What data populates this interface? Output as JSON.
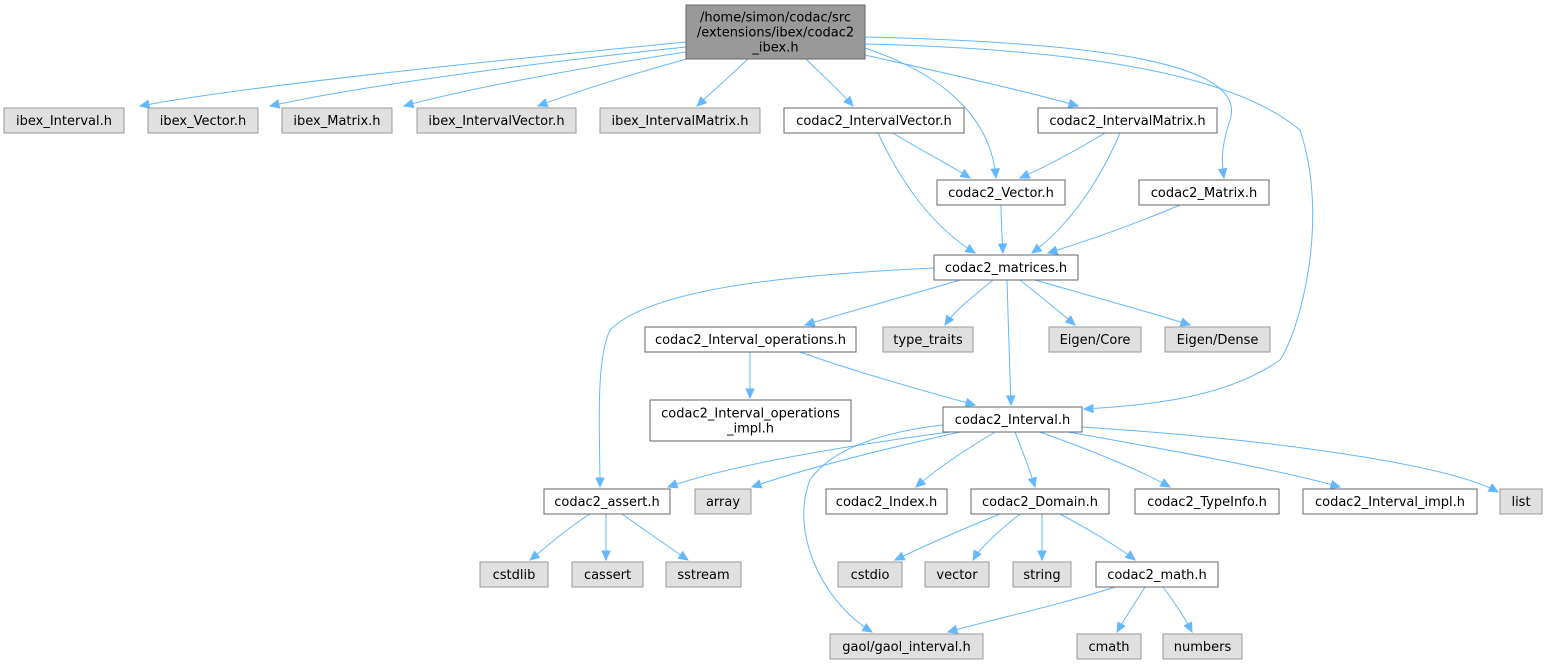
{
  "diagram": {
    "colors": {
      "edge": "#63b8ff",
      "root_fill": "#999999",
      "file_fill": "#ffffff",
      "external_fill": "#e0e0e0",
      "border": "#666666"
    },
    "nodes": {
      "root": {
        "lines": [
          "/home/simon/codac/src",
          "/extensions/ibex/codac2",
          "_ibex.h"
        ],
        "kind": "root"
      },
      "ibex_interval": {
        "lines": [
          "ibex_Interval.h"
        ],
        "kind": "external"
      },
      "ibex_vector": {
        "lines": [
          "ibex_Vector.h"
        ],
        "kind": "external"
      },
      "ibex_matrix": {
        "lines": [
          "ibex_Matrix.h"
        ],
        "kind": "external"
      },
      "ibex_intervalvector": {
        "lines": [
          "ibex_IntervalVector.h"
        ],
        "kind": "external"
      },
      "ibex_intervalmatrix": {
        "lines": [
          "ibex_IntervalMatrix.h"
        ],
        "kind": "external"
      },
      "codac2_intervalvector": {
        "lines": [
          "codac2_IntervalVector.h"
        ],
        "kind": "file"
      },
      "codac2_intervalmatrix": {
        "lines": [
          "codac2_IntervalMatrix.h"
        ],
        "kind": "file"
      },
      "codac2_vector": {
        "lines": [
          "codac2_Vector.h"
        ],
        "kind": "file"
      },
      "codac2_matrix": {
        "lines": [
          "codac2_Matrix.h"
        ],
        "kind": "file"
      },
      "codac2_matrices": {
        "lines": [
          "codac2_matrices.h"
        ],
        "kind": "file"
      },
      "codac2_interval_operations": {
        "lines": [
          "codac2_Interval_operations.h"
        ],
        "kind": "file"
      },
      "type_traits": {
        "lines": [
          "type_traits"
        ],
        "kind": "external"
      },
      "eigen_core": {
        "lines": [
          "Eigen/Core"
        ],
        "kind": "external"
      },
      "eigen_dense": {
        "lines": [
          "Eigen/Dense"
        ],
        "kind": "external"
      },
      "codac2_interval_operations_impl": {
        "lines": [
          "codac2_Interval_operations",
          "_impl.h"
        ],
        "kind": "file"
      },
      "codac2_interval": {
        "lines": [
          "codac2_Interval.h"
        ],
        "kind": "file"
      },
      "codac2_assert": {
        "lines": [
          "codac2_assert.h"
        ],
        "kind": "file"
      },
      "array": {
        "lines": [
          "array"
        ],
        "kind": "external"
      },
      "codac2_index": {
        "lines": [
          "codac2_Index.h"
        ],
        "kind": "file"
      },
      "codac2_domain": {
        "lines": [
          "codac2_Domain.h"
        ],
        "kind": "file"
      },
      "codac2_typeinfo": {
        "lines": [
          "codac2_TypeInfo.h"
        ],
        "kind": "file"
      },
      "codac2_interval_impl": {
        "lines": [
          "codac2_Interval_impl.h"
        ],
        "kind": "file"
      },
      "list": {
        "lines": [
          "list"
        ],
        "kind": "external"
      },
      "cstdlib": {
        "lines": [
          "cstdlib"
        ],
        "kind": "external"
      },
      "cassert": {
        "lines": [
          "cassert"
        ],
        "kind": "external"
      },
      "sstream": {
        "lines": [
          "sstream"
        ],
        "kind": "external"
      },
      "cstdio": {
        "lines": [
          "cstdio"
        ],
        "kind": "external"
      },
      "vector": {
        "lines": [
          "vector"
        ],
        "kind": "external"
      },
      "string": {
        "lines": [
          "string"
        ],
        "kind": "external"
      },
      "codac2_math": {
        "lines": [
          "codac2_math.h"
        ],
        "kind": "file"
      },
      "gaol_interval": {
        "lines": [
          "gaol/gaol_interval.h"
        ],
        "kind": "external"
      },
      "cmath": {
        "lines": [
          "cmath"
        ],
        "kind": "external"
      },
      "numbers": {
        "lines": [
          "numbers"
        ],
        "kind": "external"
      }
    },
    "edges": [
      [
        "root",
        "ibex_interval"
      ],
      [
        "root",
        "ibex_vector"
      ],
      [
        "root",
        "ibex_matrix"
      ],
      [
        "root",
        "ibex_intervalvector"
      ],
      [
        "root",
        "ibex_intervalmatrix"
      ],
      [
        "root",
        "codac2_intervalvector"
      ],
      [
        "root",
        "codac2_vector"
      ],
      [
        "root",
        "codac2_intervalmatrix"
      ],
      [
        "root",
        "codac2_matrix"
      ],
      [
        "root",
        "codac2_interval"
      ],
      [
        "codac2_intervalvector",
        "codac2_vector"
      ],
      [
        "codac2_intervalvector",
        "codac2_matrices"
      ],
      [
        "codac2_intervalmatrix",
        "codac2_vector"
      ],
      [
        "codac2_intervalmatrix",
        "codac2_matrices"
      ],
      [
        "codac2_vector",
        "codac2_matrices"
      ],
      [
        "codac2_matrix",
        "codac2_matrices"
      ],
      [
        "codac2_matrices",
        "codac2_interval_operations"
      ],
      [
        "codac2_matrices",
        "type_traits"
      ],
      [
        "codac2_matrices",
        "eigen_core"
      ],
      [
        "codac2_matrices",
        "eigen_dense"
      ],
      [
        "codac2_matrices",
        "codac2_interval"
      ],
      [
        "codac2_matrices",
        "codac2_assert"
      ],
      [
        "codac2_interval_operations",
        "codac2_interval_operations_impl"
      ],
      [
        "codac2_interval_operations",
        "codac2_interval"
      ],
      [
        "codac2_interval",
        "codac2_assert"
      ],
      [
        "codac2_interval",
        "array"
      ],
      [
        "codac2_interval",
        "codac2_index"
      ],
      [
        "codac2_interval",
        "codac2_domain"
      ],
      [
        "codac2_interval",
        "codac2_typeinfo"
      ],
      [
        "codac2_interval",
        "codac2_interval_impl"
      ],
      [
        "codac2_interval",
        "list"
      ],
      [
        "codac2_interval",
        "gaol_interval"
      ],
      [
        "codac2_assert",
        "cstdlib"
      ],
      [
        "codac2_assert",
        "cassert"
      ],
      [
        "codac2_assert",
        "sstream"
      ],
      [
        "codac2_domain",
        "cstdio"
      ],
      [
        "codac2_domain",
        "vector"
      ],
      [
        "codac2_domain",
        "string"
      ],
      [
        "codac2_domain",
        "codac2_math"
      ],
      [
        "codac2_math",
        "gaol_interval"
      ],
      [
        "codac2_math",
        "cmath"
      ],
      [
        "codac2_math",
        "numbers"
      ]
    ]
  }
}
